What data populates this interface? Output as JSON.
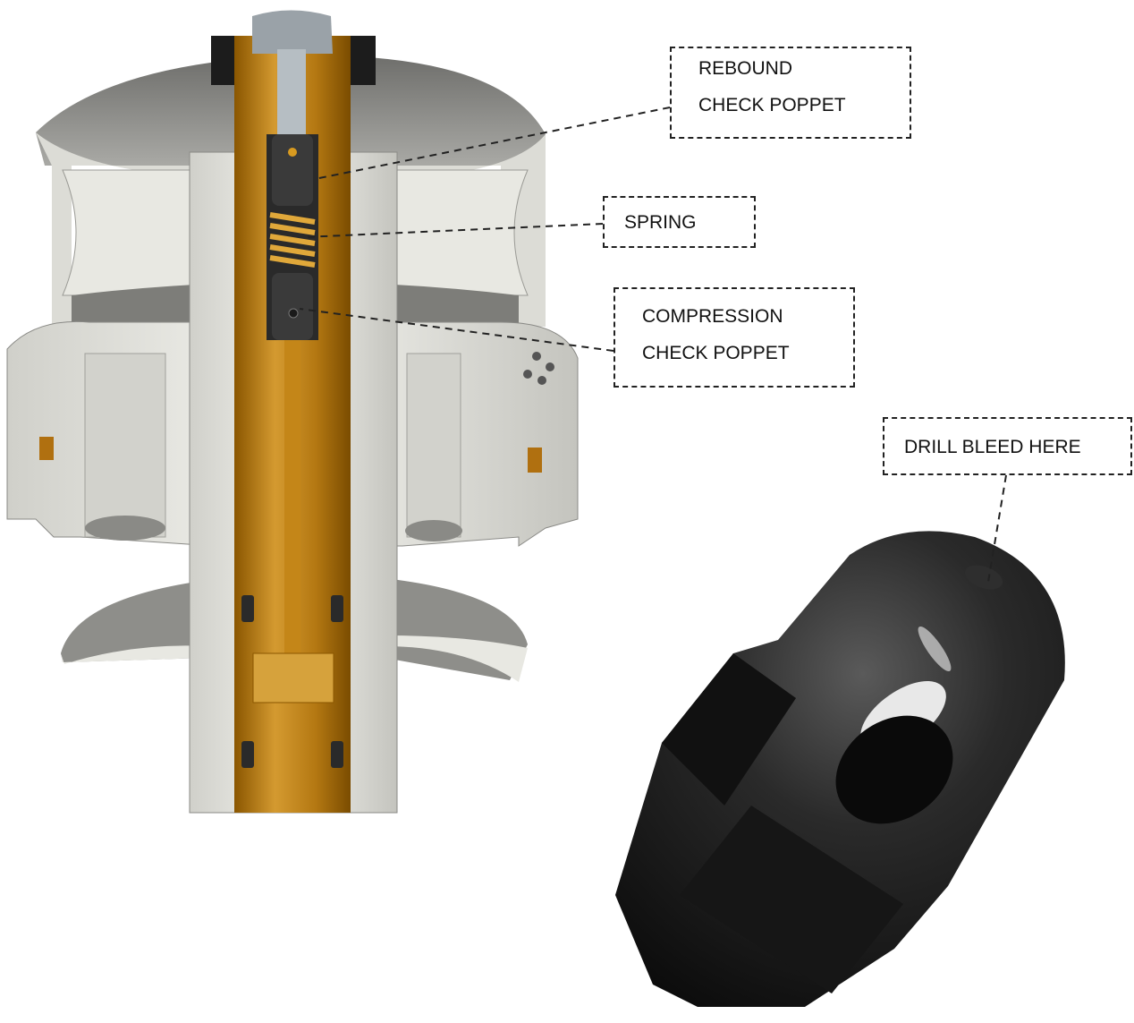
{
  "labels": {
    "rebound_line1": "REBOUND",
    "rebound_line2": "CHECK POPPET",
    "spring": "SPRING",
    "compression_line1": "COMPRESSION",
    "compression_line2": "CHECK POPPET",
    "drill_bleed": "DRILL BLEED HERE"
  },
  "colors": {
    "brass": "#b5760a",
    "brass_light": "#d6a23c",
    "aluminum": "#e6e6e0",
    "aluminum_dark": "#8e8e8a",
    "black_part": "#1e1e1e",
    "leader": "#222222"
  }
}
